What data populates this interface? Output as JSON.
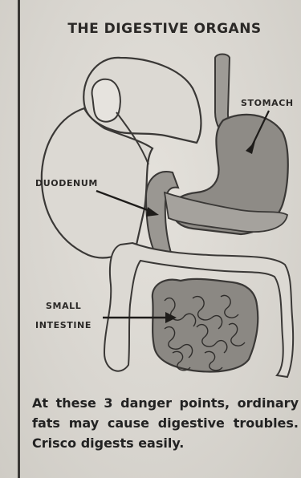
{
  "title": "THE DIGESTIVE ORGANS",
  "labels": {
    "stomach": "STOMACH",
    "duodenum": "DUODENUM",
    "small_intestine_line1": "SMALL",
    "small_intestine_line2": "INTESTINE"
  },
  "caption": "At these 3 danger points, ordinary fats may cause digestive troubles. Crisco digests easily."
}
